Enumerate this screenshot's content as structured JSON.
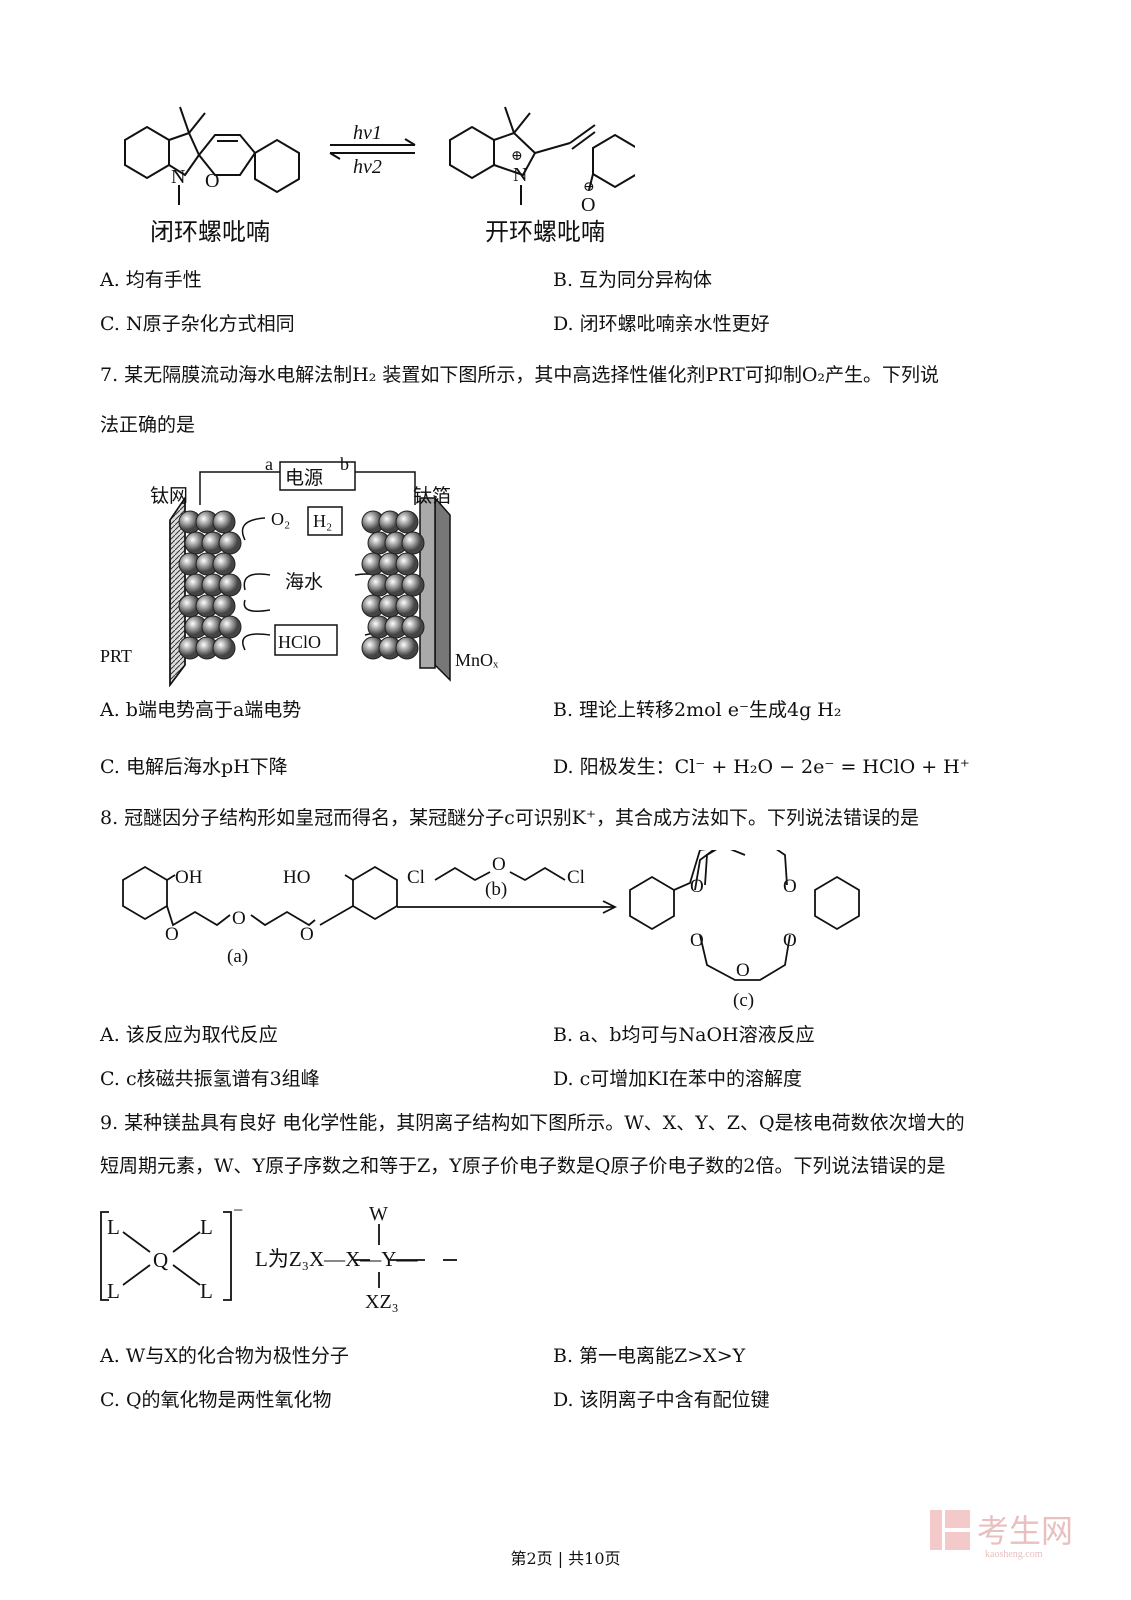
{
  "q6": {
    "left_label": "闭环螺吡喃",
    "right_label": "开环螺吡喃",
    "arrow_top": "hν1",
    "arrow_bottom": "hν2",
    "options": [
      "A. 均有手性",
      "B. 互为同分异构体",
      "C. N原子杂化方式相同",
      "D. 闭环螺吡喃亲水性更好"
    ]
  },
  "q7": {
    "line1": "7. 某无隔膜流动海水电解法制H₂ 装置如下图所示，其中高选择性催化剂PRT可抑制O₂产生。下列说",
    "line2": "法正确的是",
    "diagram": {
      "a": "a",
      "b": "b",
      "power": "电源",
      "ti_mesh": "钛网",
      "ti_foil": "钛箔",
      "o2": "O₂",
      "h2": "H₂",
      "seawater": "海水",
      "hclo": "HClO",
      "prt": "PRT",
      "mnox": "MnOₓ"
    },
    "options": [
      "A. b端电势高于a端电势",
      "B. 理论上转移2mol e⁻生成4g H₂",
      "C. 电解后海水pH下降",
      "D. 阳极发生：Cl⁻ + H₂O − 2e⁻ = HClO + H⁺"
    ]
  },
  "q8": {
    "line1": "8. 冠醚因分子结构形如皇冠而得名，某冠醚分子c可识别K⁺，其合成方法如下。下列说法错误的是",
    "diagram": {
      "oh1": "OH",
      "oh2": "HO",
      "o": "O",
      "cl": "Cl",
      "a": "(a)",
      "b": "(b)",
      "c": "(c)"
    },
    "options": [
      "A. 该反应为取代反应",
      "B. a、b均可与NaOH溶液反应",
      "C. c核磁共振氢谱有3组峰",
      "D. c可增加KI在苯中的溶解度"
    ]
  },
  "q9": {
    "line1": "9. 某种镁盐具有良好  电化学性能，其阴离子结构如下图所示。W、X、Y、Z、Q是核电荷数依次增大的",
    "line2": "短周期元素，W、Y原子序数之和等于Z，Y原子价电子数是Q原子价电子数的2倍。下列说法错误的是",
    "diagram": {
      "L": "L",
      "Q": "Q",
      "minus": "−",
      "def": "L为Z₃X—X—Y—",
      "W": "W",
      "XZ3": "XZ₃"
    },
    "options": [
      "A. W与X的化合物为极性分子",
      "B. 第一电离能Z>X>Y",
      "C. Q的氧化物是两性氧化物",
      "D. 该阴离子中含有配位键"
    ]
  },
  "footer": "第2页 | 共10页",
  "watermark": {
    "text": "考生网",
    "sub": "kaosheng.com"
  }
}
